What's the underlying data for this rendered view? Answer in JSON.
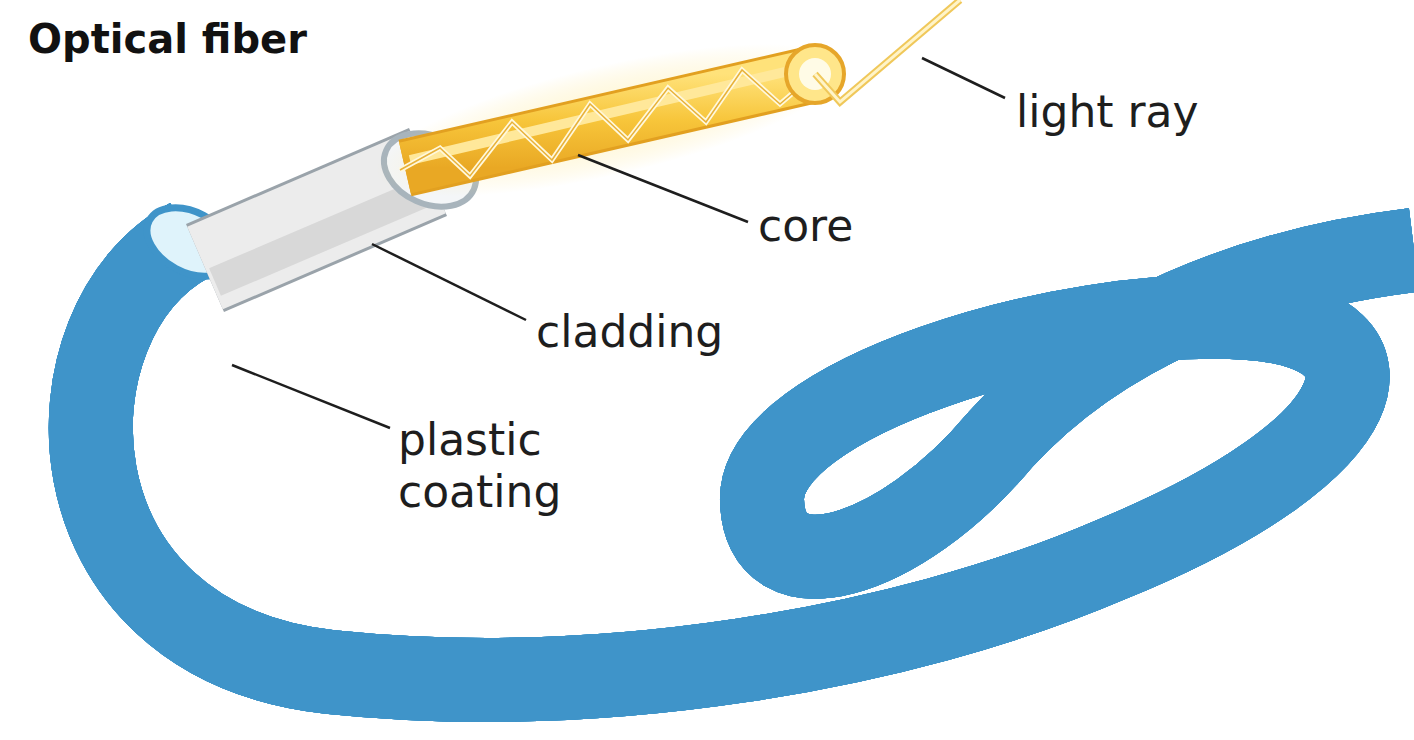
{
  "diagram": {
    "title": "Optical fiber",
    "labels": [
      "light ray",
      "core",
      "cladding",
      "plastic coating"
    ]
  }
}
